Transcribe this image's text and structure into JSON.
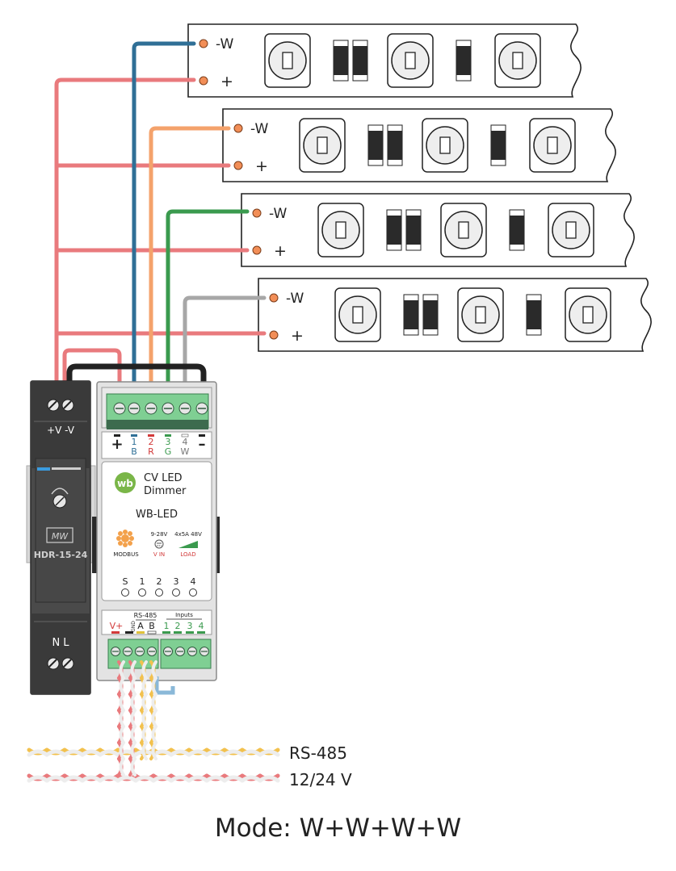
{
  "strips": [
    {
      "minus": "-W",
      "plus": "+"
    },
    {
      "minus": "-W",
      "plus": "+"
    },
    {
      "minus": "-W",
      "plus": "+"
    },
    {
      "minus": "-W",
      "plus": "+"
    }
  ],
  "psu": {
    "top_terminals": "+V -V",
    "model": "HDR-15-24",
    "brand": "MW",
    "bottom_terminals": "N  L"
  },
  "dimmer": {
    "logo": "wb",
    "title_line1": "CV LED",
    "title_line2": "Dimmer",
    "model": "WB-LED",
    "top_labels": [
      {
        "num": "+",
        "sub": ""
      },
      {
        "num": "1",
        "sub": "B"
      },
      {
        "num": "2",
        "sub": "R"
      },
      {
        "num": "3",
        "sub": "G"
      },
      {
        "num": "4",
        "sub": "W"
      },
      {
        "num": "–",
        "sub": ""
      }
    ],
    "modbus": "MODBUS",
    "vin_range": "9-28V",
    "vin": "V IN",
    "load_rating": "4x5A 48V",
    "load": "LOAD",
    "status_labels": [
      "S",
      "1",
      "2",
      "3",
      "4"
    ],
    "bottom_labels": {
      "vplus": "V+",
      "gnd": "GND",
      "rs485": "RS-485",
      "a": "A",
      "b": "B",
      "inputs": "Inputs",
      "in1": "1",
      "in2": "2",
      "in3": "3",
      "in4": "4"
    }
  },
  "cables": {
    "rs485": "RS-485",
    "power": "12/24 V"
  },
  "caption": "Mode: W+W+W+W",
  "colors": {
    "pink": "#e97a7d",
    "blue": "#2f6f96",
    "orange": "#f4a26b",
    "green": "#3a9a4e",
    "gray": "#a7a7a7",
    "black": "#222222",
    "terminal_green": "#7fcf93",
    "psu_dark": "#3b3b3b",
    "logo_green": "#7ab648"
  }
}
